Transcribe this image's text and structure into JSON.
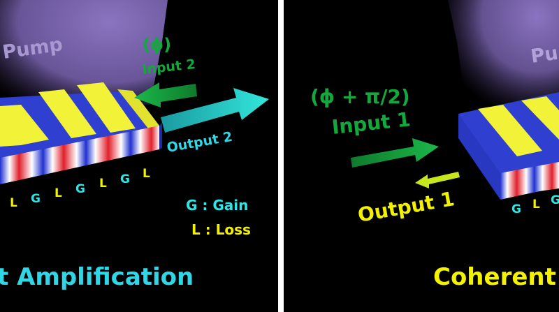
{
  "left_panel": {
    "pump_label": "Pump",
    "phase_label": "(ϕ)",
    "input_label": "Input 2",
    "output_label": "Output 2",
    "gl_sequence": [
      "L",
      "G",
      "L",
      "G",
      "L",
      "G",
      "L"
    ],
    "legend": {
      "gain": "G : Gain",
      "loss": "L : Loss"
    },
    "title": "t Amplification"
  },
  "right_panel": {
    "pump_label": "Pu",
    "phase_label": "(ϕ + π/2)",
    "input_label": "Input 1",
    "output_label": "Output 1",
    "gl_sequence": [
      "G",
      "L",
      "G"
    ],
    "title": "Coherent A"
  },
  "colors": {
    "gain_text": "#2ee6e6",
    "loss_text": "#f2f200",
    "input_arrow": "#12a83c",
    "output2_arrow": "#27d3c8",
    "output1_arrow": "#c8e61e",
    "pump": "#7c66b0",
    "stripe_yellow": "#f0f238",
    "stripe_blue": "#3040d8",
    "profile_red": "#e0202c",
    "title_left": "#2fd6e6",
    "title_right": "#f5f200"
  }
}
